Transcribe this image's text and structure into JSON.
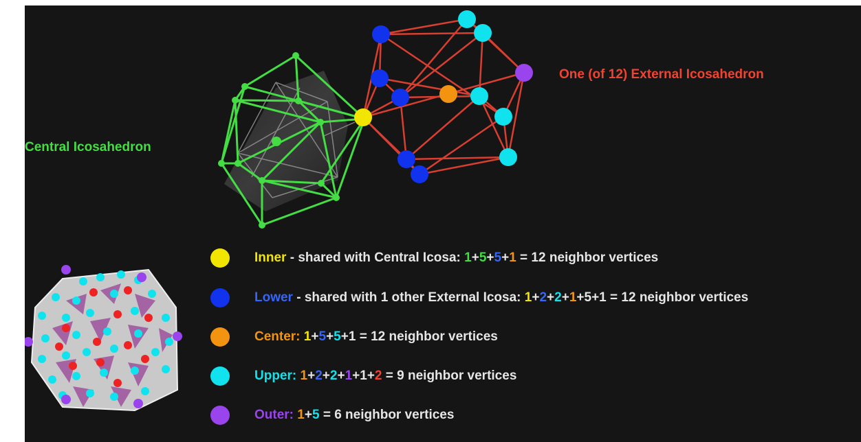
{
  "labels": {
    "central": "Central Icosahedron",
    "external": "One (of 12) External Icosahedron"
  },
  "colors": {
    "background": "#151515",
    "green": "#44dd44",
    "red": "#ee4433",
    "yellow": "#f2e600",
    "blue": "#1133ee",
    "orange": "#f39410",
    "cyan": "#11e3ee",
    "purple": "#9a44ee",
    "text": "#e6e6e6"
  },
  "legend": [
    {
      "color": "#f2e600",
      "parts": [
        {
          "t": "Inner",
          "c": "#f2e600"
        },
        {
          "t": " - shared with Central Icosa: ",
          "c": "#e6e6e6"
        },
        {
          "t": "1",
          "c": "#44dd44"
        },
        {
          "t": "+",
          "c": "#e6e6e6"
        },
        {
          "t": "5",
          "c": "#44dd44"
        },
        {
          "t": "+",
          "c": "#e6e6e6"
        },
        {
          "t": "5",
          "c": "#3366ff"
        },
        {
          "t": "+",
          "c": "#e6e6e6"
        },
        {
          "t": "1",
          "c": "#f39410"
        },
        {
          "t": " = 12 neighbor vertices",
          "c": "#e6e6e6"
        }
      ]
    },
    {
      "color": "#1133ee",
      "parts": [
        {
          "t": "Lower",
          "c": "#3366ff"
        },
        {
          "t": " - shared with 1 other External Icosa: ",
          "c": "#e6e6e6"
        },
        {
          "t": "1",
          "c": "#f2e600"
        },
        {
          "t": "+",
          "c": "#e6e6e6"
        },
        {
          "t": "2",
          "c": "#3366ff"
        },
        {
          "t": "+",
          "c": "#e6e6e6"
        },
        {
          "t": "2",
          "c": "#11e3ee"
        },
        {
          "t": "+",
          "c": "#e6e6e6"
        },
        {
          "t": "1",
          "c": "#f39410"
        },
        {
          "t": "+5+1 = 12 neighbor vertices",
          "c": "#e6e6e6"
        }
      ]
    },
    {
      "color": "#f39410",
      "parts": [
        {
          "t": "Center:",
          "c": "#f39410"
        },
        {
          "t": " ",
          "c": "#e6e6e6"
        },
        {
          "t": "1",
          "c": "#f2e600"
        },
        {
          "t": "+",
          "c": "#e6e6e6"
        },
        {
          "t": "5",
          "c": "#3366ff"
        },
        {
          "t": "+",
          "c": "#e6e6e6"
        },
        {
          "t": "5",
          "c": "#11e3ee"
        },
        {
          "t": "+1 = 12 neighbor vertices",
          "c": "#e6e6e6"
        }
      ]
    },
    {
      "color": "#11e3ee",
      "parts": [
        {
          "t": "Upper:",
          "c": "#11e3ee"
        },
        {
          "t": " ",
          "c": "#e6e6e6"
        },
        {
          "t": "1",
          "c": "#f39410"
        },
        {
          "t": "+",
          "c": "#e6e6e6"
        },
        {
          "t": "2",
          "c": "#3366ff"
        },
        {
          "t": "+",
          "c": "#e6e6e6"
        },
        {
          "t": "2",
          "c": "#11e3ee"
        },
        {
          "t": "+",
          "c": "#e6e6e6"
        },
        {
          "t": "1",
          "c": "#9a44ee"
        },
        {
          "t": "+1+",
          "c": "#e6e6e6"
        },
        {
          "t": "2",
          "c": "#ee4433"
        },
        {
          "t": " = 9 neighbor vertices",
          "c": "#e6e6e6"
        }
      ]
    },
    {
      "color": "#9a44ee",
      "parts": [
        {
          "t": "Outer:",
          "c": "#9a44ee"
        },
        {
          "t": " ",
          "c": "#e6e6e6"
        },
        {
          "t": "1",
          "c": "#f39410"
        },
        {
          "t": "+",
          "c": "#e6e6e6"
        },
        {
          "t": "5",
          "c": "#11e3ee"
        },
        {
          "t": " = 6 neighbor vertices",
          "c": "#e6e6e6"
        }
      ]
    }
  ]
}
